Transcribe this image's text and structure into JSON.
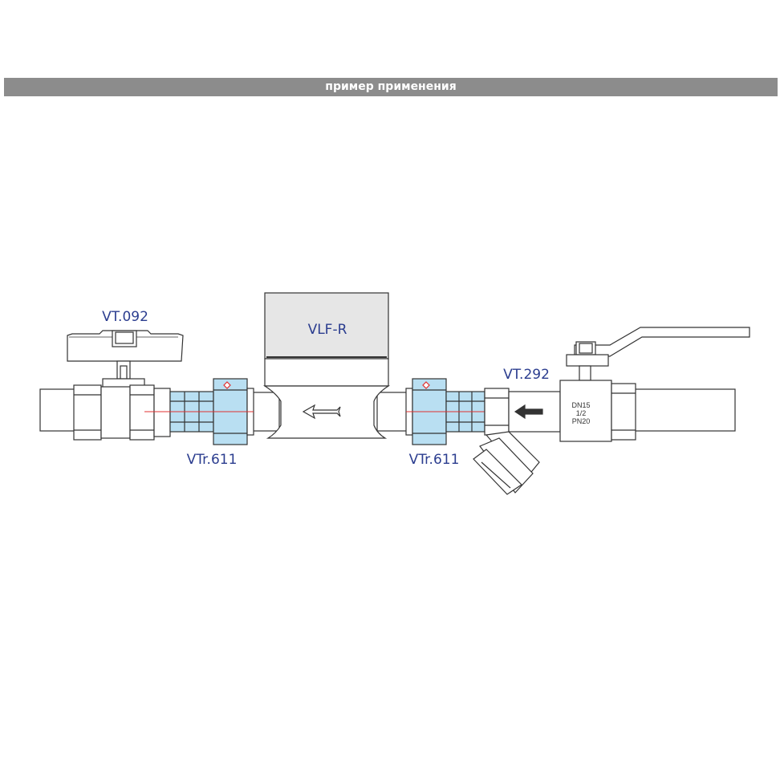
{
  "header": {
    "title": "пример применения"
  },
  "labels": {
    "valve_left": "VT.092",
    "meter": "VLF-R",
    "valve_right": "VT.292",
    "union_left": "VTr.611",
    "union_right": "VTr.611"
  },
  "valve_markings": [
    "DN15",
    "1/2",
    "PN20"
  ],
  "colors": {
    "banner": "#8c8c8c",
    "label_text": "#2b3d8f",
    "union_fill": "#b9dff2",
    "centerline": "#e03030",
    "outline": "#333333",
    "meter_fill": "#e6e6e6"
  }
}
